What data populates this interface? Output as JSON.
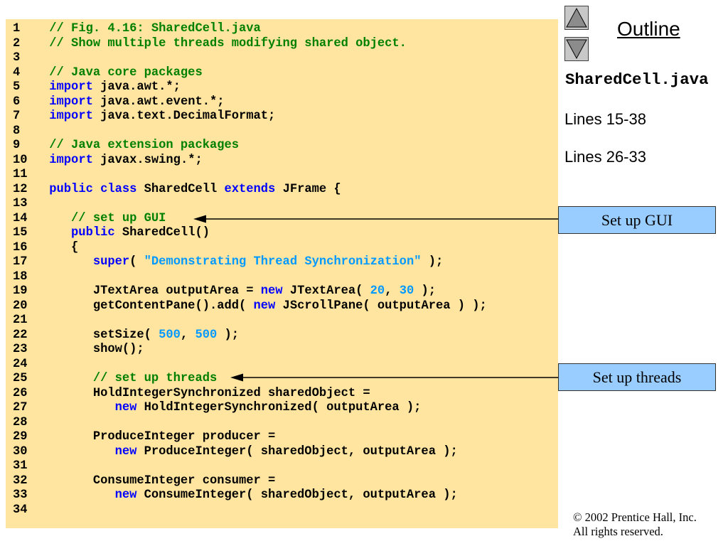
{
  "colors": {
    "panel_bg": "#FFE5A0",
    "text": "#000000",
    "comment": "#008000",
    "keyword": "#0000FF",
    "literal": "#0099FF",
    "callout_bg": "#99CCFF",
    "callout_border": "#333333"
  },
  "sidebar": {
    "nav_up_icon": "up-triangle-icon",
    "nav_down_icon": "down-triangle-icon",
    "title": "Outline",
    "file_name": "SharedCell.java",
    "notes": [
      "Lines 15-38",
      "Lines 26-33"
    ]
  },
  "callouts": [
    "Set up GUI",
    "Set up threads"
  ],
  "footer": {
    "copyright": "© 2002 Prentice Hall, Inc.",
    "rights": "All rights reserved."
  },
  "code": {
    "lines": [
      {
        "n": "1",
        "s": [
          "// Fig. 4.16: SharedCell.java"
        ]
      },
      {
        "n": "2",
        "s": [
          "// Show multiple threads modifying shared object."
        ]
      },
      {
        "n": "3",
        "s": []
      },
      {
        "n": "4",
        "s": [
          "// Java core packages"
        ]
      },
      {
        "n": "5",
        "s": [
          "import",
          " java.awt.*;"
        ]
      },
      {
        "n": "6",
        "s": [
          "import",
          " java.awt.event.*;"
        ]
      },
      {
        "n": "7",
        "s": [
          "import",
          " java.text.DecimalFormat;"
        ]
      },
      {
        "n": "8",
        "s": []
      },
      {
        "n": "9",
        "s": [
          "// Java extension packages"
        ]
      },
      {
        "n": "10",
        "s": [
          "import",
          " javax.swing.*;"
        ]
      },
      {
        "n": "11",
        "s": []
      },
      {
        "n": "12",
        "s": [
          "public class",
          " SharedCell ",
          "extends",
          " JFrame {"
        ]
      },
      {
        "n": "13",
        "s": []
      },
      {
        "n": "14",
        "s": [
          "// set up GUI"
        ]
      },
      {
        "n": "15",
        "s": [
          "public",
          " SharedCell()"
        ]
      },
      {
        "n": "16",
        "s": [
          "{"
        ]
      },
      {
        "n": "17",
        "s": [
          "super",
          "( ",
          "\"Demonstrating Thread Synchronization\"",
          " );"
        ]
      },
      {
        "n": "18",
        "s": []
      },
      {
        "n": "19",
        "s": [
          "JTextArea outputArea = ",
          "new",
          " JTextArea( ",
          "20",
          ", ",
          "30",
          " );"
        ]
      },
      {
        "n": "20",
        "s": [
          "getContentPane().add( ",
          "new",
          " JScrollPane( outputArea ) );"
        ]
      },
      {
        "n": "21",
        "s": []
      },
      {
        "n": "22",
        "s": [
          "setSize( ",
          "500",
          ", ",
          "500",
          " );"
        ]
      },
      {
        "n": "23",
        "s": [
          "show();"
        ]
      },
      {
        "n": "24",
        "s": []
      },
      {
        "n": "25",
        "s": [
          "// set up threads"
        ]
      },
      {
        "n": "26",
        "s": [
          "HoldIntegerSynchronized sharedObject ="
        ]
      },
      {
        "n": "27",
        "s": [
          "new",
          " HoldIntegerSynchronized( outputArea );"
        ]
      },
      {
        "n": "28",
        "s": []
      },
      {
        "n": "29",
        "s": [
          "ProduceInteger producer ="
        ]
      },
      {
        "n": "30",
        "s": [
          "new",
          " ProduceInteger( sharedObject, outputArea );"
        ]
      },
      {
        "n": "31",
        "s": []
      },
      {
        "n": "32",
        "s": [
          "ConsumeInteger consumer ="
        ]
      },
      {
        "n": "33",
        "s": [
          "new",
          " ConsumeInteger( sharedObject, outputArea );"
        ]
      },
      {
        "n": "34",
        "s": []
      }
    ]
  }
}
